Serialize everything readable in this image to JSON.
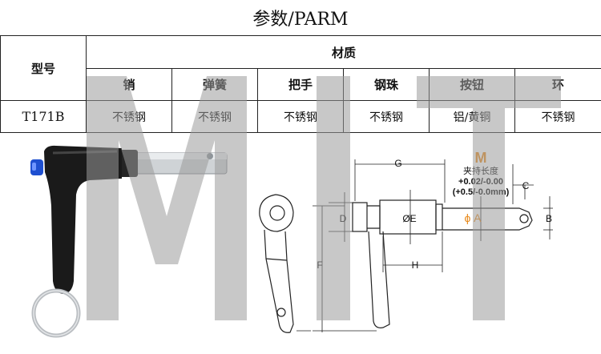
{
  "title": "参数/PARM",
  "table": {
    "model_header": "型号",
    "material_header": "材质",
    "columns": [
      "销",
      "弹簧",
      "把手",
      "钢珠",
      "按钮",
      "环"
    ],
    "rows": [
      {
        "model": "T171B",
        "values": [
          "不锈钢",
          "不锈钢",
          "不锈钢",
          "不锈钢",
          "铝/黄铜",
          "不锈钢"
        ]
      }
    ]
  },
  "watermark": "MIT",
  "drawing": {
    "dim_G": "G",
    "dim_C": "C",
    "dim_B": "B",
    "dim_D": "D",
    "dim_E": "ØE",
    "dim_F": "F",
    "dim_H": "H",
    "dim_A": "ϕ A",
    "grip_symbol": "M",
    "grip_label": "夹持长度",
    "grip_tol_mm": "+0.02/-0.00",
    "grip_tol_mm2": "(+0.5/-0.0mm)"
  },
  "colors": {
    "accent_orange": "#e8891a",
    "button_blue": "#1e4fd0",
    "handle_black": "#1a1a1a",
    "watermark_gray": "#9a9a9a"
  }
}
